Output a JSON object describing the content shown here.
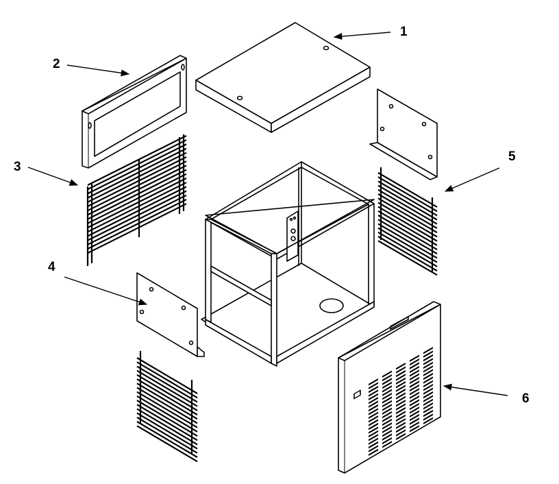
{
  "diagram": {
    "callouts": [
      {
        "id": "c1",
        "label": "1",
        "part": "top-panel"
      },
      {
        "id": "c2",
        "label": "2",
        "part": "back-frame"
      },
      {
        "id": "c3",
        "label": "3",
        "part": "left-filter-grille"
      },
      {
        "id": "c4",
        "label": "4",
        "part": "left-side-bracket-panel"
      },
      {
        "id": "c5",
        "label": "5",
        "part": "right-filter-grille"
      },
      {
        "id": "c6",
        "label": "6",
        "part": "front-louvered-panel"
      }
    ]
  }
}
